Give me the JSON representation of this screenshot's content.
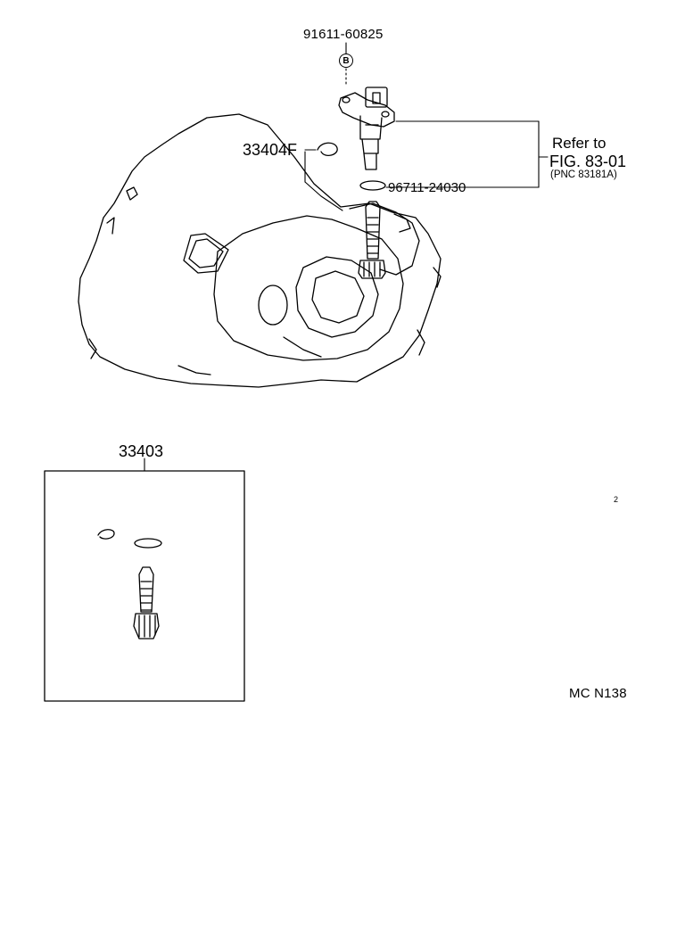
{
  "part_numbers": {
    "bolt": "91611-60825",
    "bolt_marker": "B",
    "clip": "33404F",
    "o_ring": "96711-24030",
    "kit": "33403"
  },
  "reference": {
    "line1": "Refer to",
    "line2": "FIG. 83-01",
    "line3": "(PNC 83181A)"
  },
  "stray_mark": "2",
  "diagram_code": "MC N138"
}
